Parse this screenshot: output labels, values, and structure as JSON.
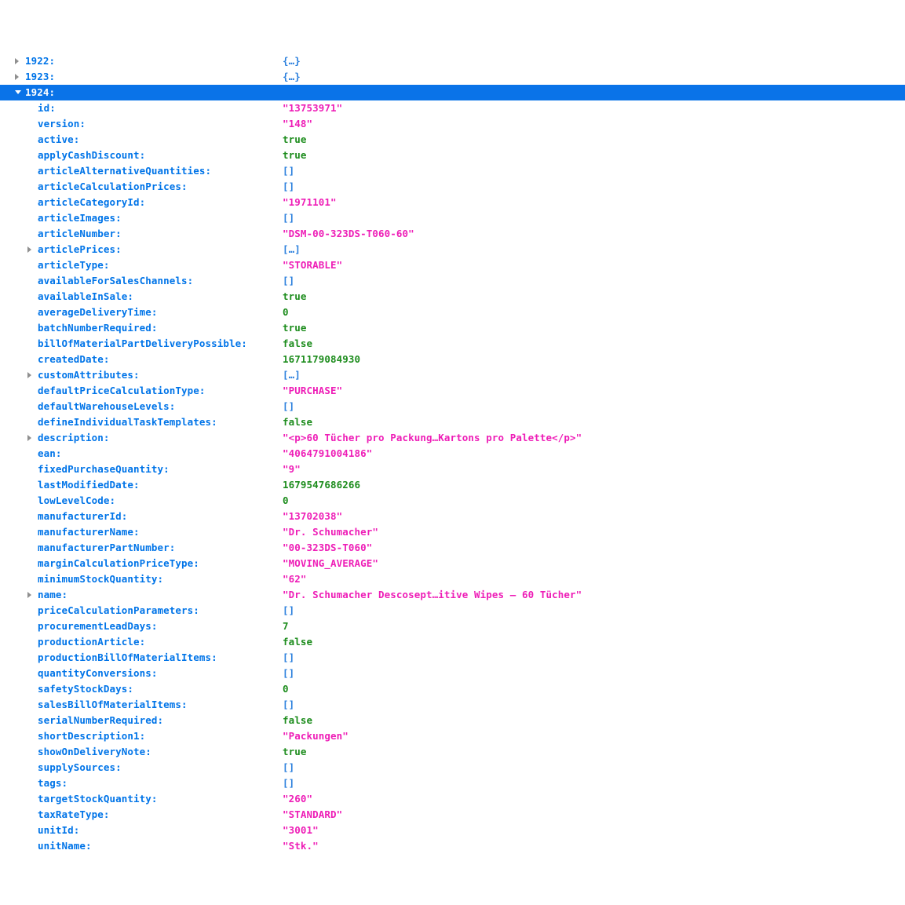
{
  "viewer": {
    "name": "json-viewer",
    "background": "#ffffff",
    "selection_color": "#0a73e8",
    "key_color": "#0074e8",
    "string_color": "#ee1eb7",
    "number_color": "#1c8c1c",
    "boolean_color": "#1c8c1c",
    "object_color": "#2a7fdd",
    "twisty_closed_color": "#8f8f8f"
  },
  "rows": [
    {
      "key": "1922:",
      "value": "{…}",
      "type": "object",
      "depth": 0,
      "twisty": "closed",
      "selected": false
    },
    {
      "key": "1923:",
      "value": "{…}",
      "type": "object",
      "depth": 0,
      "twisty": "closed",
      "selected": false
    },
    {
      "key": "1924:",
      "value": "",
      "type": "object",
      "depth": 0,
      "twisty": "open",
      "selected": true
    },
    {
      "key": "id:",
      "value": "\"13753971\"",
      "type": "string",
      "depth": 1,
      "twisty": "none",
      "selected": false
    },
    {
      "key": "version:",
      "value": "\"148\"",
      "type": "string",
      "depth": 1,
      "twisty": "none",
      "selected": false
    },
    {
      "key": "active:",
      "value": "true",
      "type": "boolean",
      "depth": 1,
      "twisty": "none",
      "selected": false
    },
    {
      "key": "applyCashDiscount:",
      "value": "true",
      "type": "boolean",
      "depth": 1,
      "twisty": "none",
      "selected": false
    },
    {
      "key": "articleAlternativeQuantities:",
      "value": "[]",
      "type": "array",
      "depth": 1,
      "twisty": "none",
      "selected": false
    },
    {
      "key": "articleCalculationPrices:",
      "value": "[]",
      "type": "array",
      "depth": 1,
      "twisty": "none",
      "selected": false
    },
    {
      "key": "articleCategoryId:",
      "value": "\"1971101\"",
      "type": "string",
      "depth": 1,
      "twisty": "none",
      "selected": false
    },
    {
      "key": "articleImages:",
      "value": "[]",
      "type": "array",
      "depth": 1,
      "twisty": "none",
      "selected": false
    },
    {
      "key": "articleNumber:",
      "value": "\"DSM-00-323DS-T060-60\"",
      "type": "string",
      "depth": 1,
      "twisty": "none",
      "selected": false
    },
    {
      "key": "articlePrices:",
      "value": "[…]",
      "type": "array",
      "depth": 1,
      "twisty": "closed",
      "selected": false
    },
    {
      "key": "articleType:",
      "value": "\"STORABLE\"",
      "type": "string",
      "depth": 1,
      "twisty": "none",
      "selected": false
    },
    {
      "key": "availableForSalesChannels:",
      "value": "[]",
      "type": "array",
      "depth": 1,
      "twisty": "none",
      "selected": false
    },
    {
      "key": "availableInSale:",
      "value": "true",
      "type": "boolean",
      "depth": 1,
      "twisty": "none",
      "selected": false
    },
    {
      "key": "averageDeliveryTime:",
      "value": "0",
      "type": "number",
      "depth": 1,
      "twisty": "none",
      "selected": false
    },
    {
      "key": "batchNumberRequired:",
      "value": "true",
      "type": "boolean",
      "depth": 1,
      "twisty": "none",
      "selected": false
    },
    {
      "key": "billOfMaterialPartDeliveryPossible:",
      "value": "false",
      "type": "boolean",
      "depth": 1,
      "twisty": "none",
      "selected": false
    },
    {
      "key": "createdDate:",
      "value": "1671179084930",
      "type": "number",
      "depth": 1,
      "twisty": "none",
      "selected": false
    },
    {
      "key": "customAttributes:",
      "value": "[…]",
      "type": "array",
      "depth": 1,
      "twisty": "closed",
      "selected": false
    },
    {
      "key": "defaultPriceCalculationType:",
      "value": "\"PURCHASE\"",
      "type": "string",
      "depth": 1,
      "twisty": "none",
      "selected": false
    },
    {
      "key": "defaultWarehouseLevels:",
      "value": "[]",
      "type": "array",
      "depth": 1,
      "twisty": "none",
      "selected": false
    },
    {
      "key": "defineIndividualTaskTemplates:",
      "value": "false",
      "type": "boolean",
      "depth": 1,
      "twisty": "none",
      "selected": false
    },
    {
      "key": "description:",
      "value": "\"<p>60 Tücher pro Packung…Kartons pro Palette</p>\"",
      "type": "string",
      "depth": 1,
      "twisty": "closed",
      "selected": false
    },
    {
      "key": "ean:",
      "value": "\"4064791004186\"",
      "type": "string",
      "depth": 1,
      "twisty": "none",
      "selected": false
    },
    {
      "key": "fixedPurchaseQuantity:",
      "value": "\"9\"",
      "type": "string",
      "depth": 1,
      "twisty": "none",
      "selected": false
    },
    {
      "key": "lastModifiedDate:",
      "value": "1679547686266",
      "type": "number",
      "depth": 1,
      "twisty": "none",
      "selected": false
    },
    {
      "key": "lowLevelCode:",
      "value": "0",
      "type": "number",
      "depth": 1,
      "twisty": "none",
      "selected": false
    },
    {
      "key": "manufacturerId:",
      "value": "\"13702038\"",
      "type": "string",
      "depth": 1,
      "twisty": "none",
      "selected": false
    },
    {
      "key": "manufacturerName:",
      "value": "\"Dr. Schumacher\"",
      "type": "string",
      "depth": 1,
      "twisty": "none",
      "selected": false
    },
    {
      "key": "manufacturerPartNumber:",
      "value": "\"00-323DS-T060\"",
      "type": "string",
      "depth": 1,
      "twisty": "none",
      "selected": false
    },
    {
      "key": "marginCalculationPriceType:",
      "value": "\"MOVING_AVERAGE\"",
      "type": "string",
      "depth": 1,
      "twisty": "none",
      "selected": false
    },
    {
      "key": "minimumStockQuantity:",
      "value": "\"62\"",
      "type": "string",
      "depth": 1,
      "twisty": "none",
      "selected": false
    },
    {
      "key": "name:",
      "value": "\"Dr. Schumacher Descosept…itive Wipes – 60 Tücher\"",
      "type": "string",
      "depth": 1,
      "twisty": "closed",
      "selected": false
    },
    {
      "key": "priceCalculationParameters:",
      "value": "[]",
      "type": "array",
      "depth": 1,
      "twisty": "none",
      "selected": false
    },
    {
      "key": "procurementLeadDays:",
      "value": "7",
      "type": "number",
      "depth": 1,
      "twisty": "none",
      "selected": false
    },
    {
      "key": "productionArticle:",
      "value": "false",
      "type": "boolean",
      "depth": 1,
      "twisty": "none",
      "selected": false
    },
    {
      "key": "productionBillOfMaterialItems:",
      "value": "[]",
      "type": "array",
      "depth": 1,
      "twisty": "none",
      "selected": false
    },
    {
      "key": "quantityConversions:",
      "value": "[]",
      "type": "array",
      "depth": 1,
      "twisty": "none",
      "selected": false
    },
    {
      "key": "safetyStockDays:",
      "value": "0",
      "type": "number",
      "depth": 1,
      "twisty": "none",
      "selected": false
    },
    {
      "key": "salesBillOfMaterialItems:",
      "value": "[]",
      "type": "array",
      "depth": 1,
      "twisty": "none",
      "selected": false
    },
    {
      "key": "serialNumberRequired:",
      "value": "false",
      "type": "boolean",
      "depth": 1,
      "twisty": "none",
      "selected": false
    },
    {
      "key": "shortDescription1:",
      "value": "\"Packungen\"",
      "type": "string",
      "depth": 1,
      "twisty": "none",
      "selected": false
    },
    {
      "key": "showOnDeliveryNote:",
      "value": "true",
      "type": "boolean",
      "depth": 1,
      "twisty": "none",
      "selected": false
    },
    {
      "key": "supplySources:",
      "value": "[]",
      "type": "array",
      "depth": 1,
      "twisty": "none",
      "selected": false
    },
    {
      "key": "tags:",
      "value": "[]",
      "type": "array",
      "depth": 1,
      "twisty": "none",
      "selected": false
    },
    {
      "key": "targetStockQuantity:",
      "value": "\"260\"",
      "type": "string",
      "depth": 1,
      "twisty": "none",
      "selected": false
    },
    {
      "key": "taxRateType:",
      "value": "\"STANDARD\"",
      "type": "string",
      "depth": 1,
      "twisty": "none",
      "selected": false
    },
    {
      "key": "unitId:",
      "value": "\"3001\"",
      "type": "string",
      "depth": 1,
      "twisty": "none",
      "selected": false
    },
    {
      "key": "unitName:",
      "value": "\"Stk.\"",
      "type": "string",
      "depth": 1,
      "twisty": "none",
      "selected": false
    }
  ]
}
